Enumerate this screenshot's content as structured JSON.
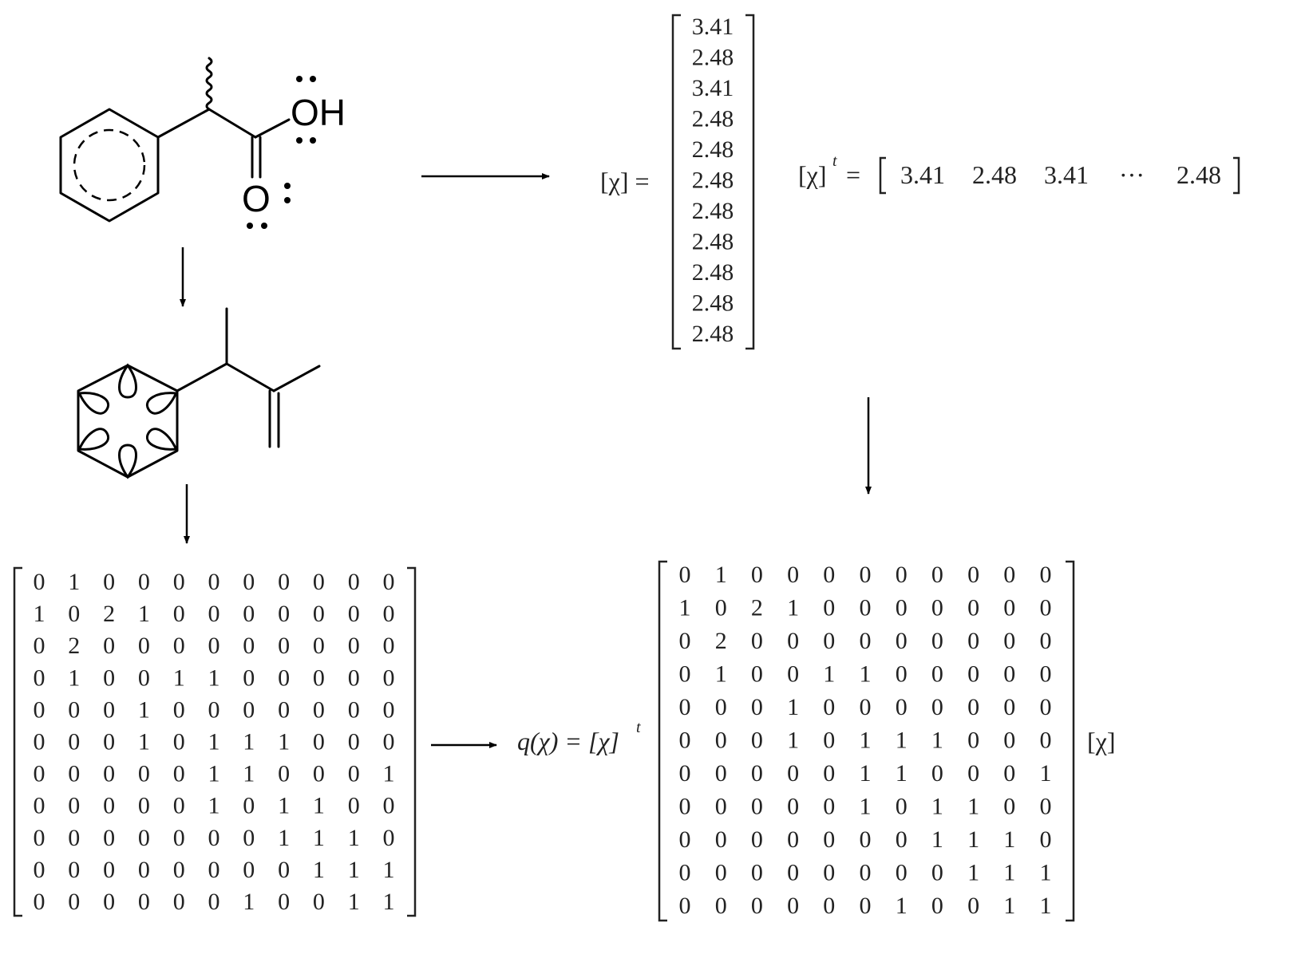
{
  "molecule_top": {
    "atoms": {
      "hydroxyl": "OH",
      "carbonyl_oxygen": "O"
    }
  },
  "chi_vector": {
    "label": "[χ] =",
    "values": [
      "3.41",
      "2.48",
      "3.41",
      "2.48",
      "2.48",
      "2.48",
      "2.48",
      "2.48",
      "2.48",
      "2.48",
      "2.48"
    ]
  },
  "chi_transpose": {
    "label": "[χ]",
    "superscript": "t",
    "equals": "=",
    "values": [
      "3.41",
      "2.48",
      "3.41",
      "···",
      "2.48"
    ]
  },
  "adjacency_matrix": [
    [
      0,
      1,
      0,
      0,
      0,
      0,
      0,
      0,
      0,
      0,
      0
    ],
    [
      1,
      0,
      2,
      1,
      0,
      0,
      0,
      0,
      0,
      0,
      0
    ],
    [
      0,
      2,
      0,
      0,
      0,
      0,
      0,
      0,
      0,
      0,
      0
    ],
    [
      0,
      1,
      0,
      0,
      1,
      1,
      0,
      0,
      0,
      0,
      0
    ],
    [
      0,
      0,
      0,
      1,
      0,
      0,
      0,
      0,
      0,
      0,
      0
    ],
    [
      0,
      0,
      0,
      1,
      0,
      1,
      1,
      1,
      0,
      0,
      0
    ],
    [
      0,
      0,
      0,
      0,
      0,
      1,
      1,
      0,
      0,
      0,
      1
    ],
    [
      0,
      0,
      0,
      0,
      0,
      1,
      0,
      1,
      1,
      0,
      0
    ],
    [
      0,
      0,
      0,
      0,
      0,
      0,
      0,
      1,
      1,
      1,
      0
    ],
    [
      0,
      0,
      0,
      0,
      0,
      0,
      0,
      0,
      1,
      1,
      1
    ],
    [
      0,
      0,
      0,
      0,
      0,
      0,
      1,
      0,
      0,
      1,
      1
    ]
  ],
  "quadratic_form": {
    "lhs": "q(χ) = [χ]",
    "superscript": "t",
    "rhs": "[χ]"
  }
}
